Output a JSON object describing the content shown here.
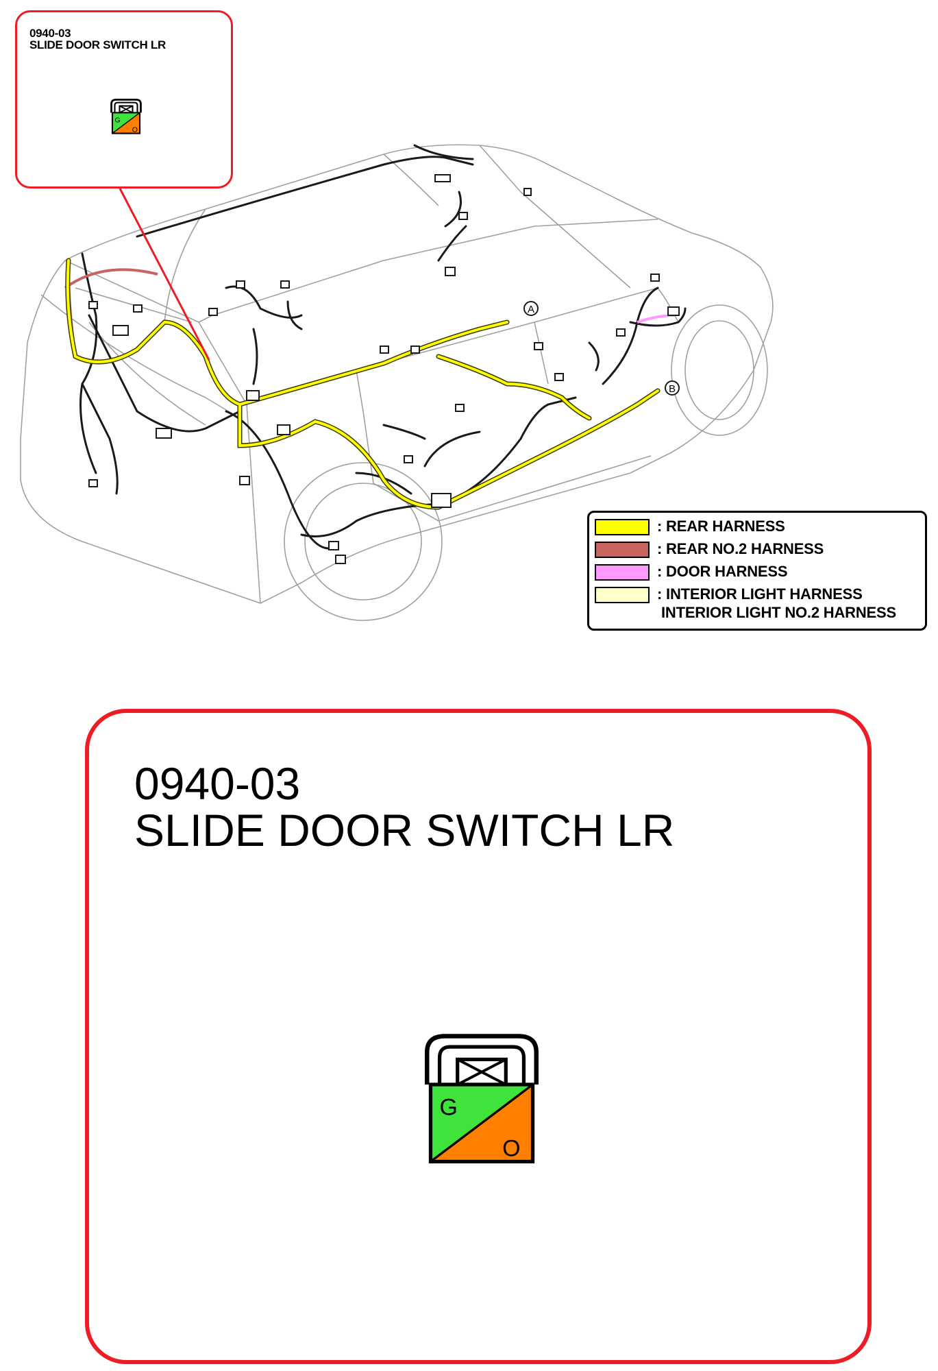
{
  "connector": {
    "code": "0940-03",
    "name": "SLIDE DOOR SWITCH LR",
    "pins": [
      {
        "letter": "G",
        "color": "#3fe33c"
      },
      {
        "letter": "O",
        "color": "#ff7f00"
      }
    ]
  },
  "markers": {
    "a": "A",
    "b": "B"
  },
  "legend": {
    "items": [
      {
        "label": ": REAR HARNESS",
        "color": "#ffff00"
      },
      {
        "label": ": REAR NO.2 HARNESS",
        "color": "#c8645f"
      },
      {
        "label": ": DOOR HARNESS",
        "color": "#ff99ff"
      },
      {
        "label": ": INTERIOR LIGHT HARNESS",
        "label2": "INTERIOR LIGHT NO.2 HARNESS",
        "color": "#ffffcc"
      }
    ]
  },
  "colors": {
    "callout_border": "#ee1c24",
    "car_outline": "#9a9a9a",
    "wire": "#1a1a1a"
  }
}
